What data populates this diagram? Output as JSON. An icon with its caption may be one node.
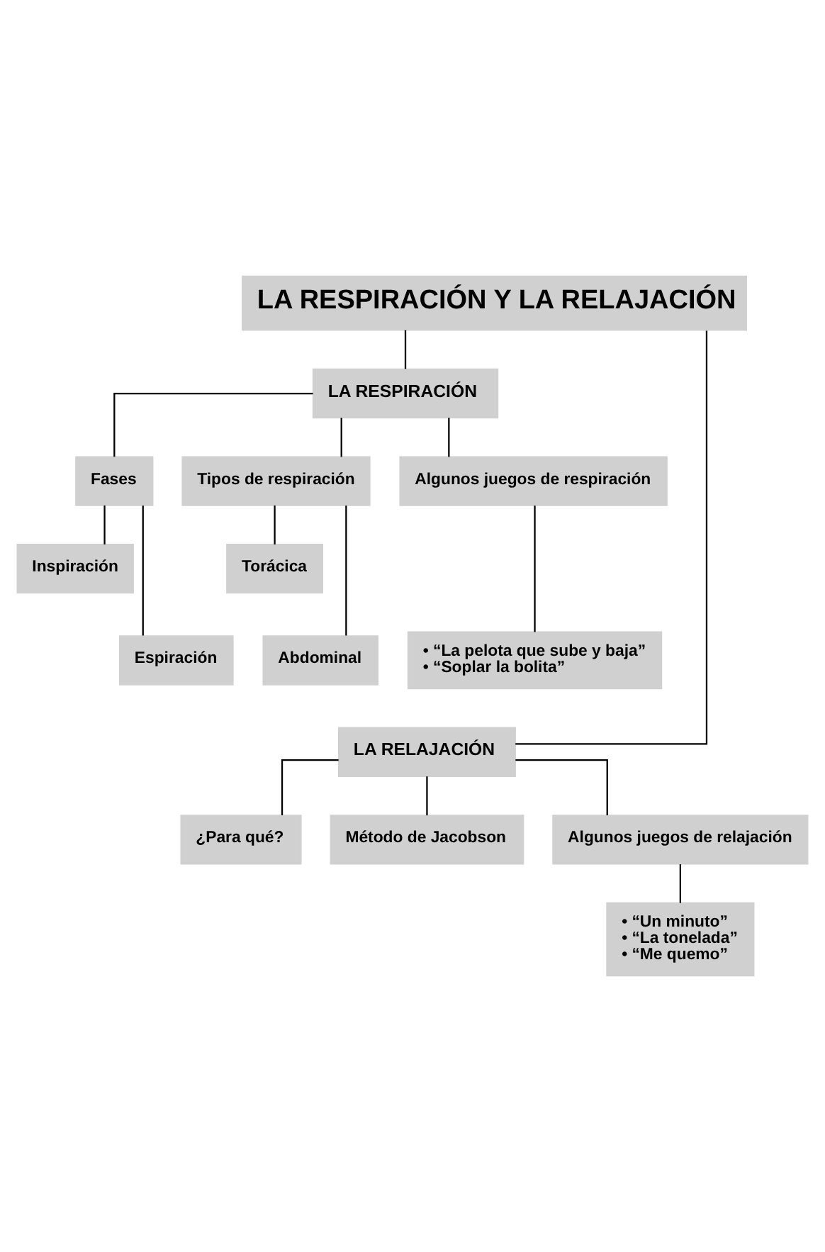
{
  "diagram": {
    "nodes": [
      {
        "text": [
          "LA RESPIRACIÓN Y LA RELAJACIÓN"
        ]
      },
      {
        "text": [
          "LA RESPIRACIÓN"
        ]
      },
      {
        "text": [
          "Fases"
        ]
      },
      {
        "text": [
          "Tipos de respiración"
        ]
      },
      {
        "text": [
          "Algunos juegos de respiración"
        ]
      },
      {
        "text": [
          "Inspiración"
        ]
      },
      {
        "text": [
          "Espiración"
        ]
      },
      {
        "text": [
          "Torácica"
        ]
      },
      {
        "text": [
          "Abdominal"
        ]
      },
      {
        "text": [
          "• “La pelota que sube y baja”",
          "• “Soplar la bolita”"
        ]
      },
      {
        "text": [
          "LA RELAJACIÓN"
        ]
      },
      {
        "text": [
          "¿Para qué?"
        ]
      },
      {
        "text": [
          "Método de Jacobson"
        ]
      },
      {
        "text": [
          "Algunos juegos de relajación"
        ]
      },
      {
        "text": [
          "• “Un minuto”",
          "• “La tonelada”",
          "• “Me quemo”"
        ]
      }
    ],
    "edges": [
      {
        "from": 0,
        "to": 1,
        "arrow": "none"
      },
      {
        "from": 0,
        "to": 10,
        "arrow": "none"
      },
      {
        "from": 1,
        "to": 2,
        "arrow": "none"
      },
      {
        "from": 1,
        "to": 3,
        "arrow": "none"
      },
      {
        "from": 1,
        "to": 4,
        "arrow": "none"
      },
      {
        "from": 2,
        "to": 5,
        "arrow": "none"
      },
      {
        "from": 2,
        "to": 6,
        "arrow": "none"
      },
      {
        "from": 3,
        "to": 7,
        "arrow": "none"
      },
      {
        "from": 3,
        "to": 8,
        "arrow": "none"
      },
      {
        "from": 4,
        "to": 9,
        "arrow": "none"
      },
      {
        "from": 10,
        "to": 11,
        "arrow": "none"
      },
      {
        "from": 10,
        "to": 12,
        "arrow": "none"
      },
      {
        "from": 10,
        "to": 13,
        "arrow": "none"
      },
      {
        "from": 13,
        "to": 14,
        "arrow": "none"
      }
    ]
  }
}
